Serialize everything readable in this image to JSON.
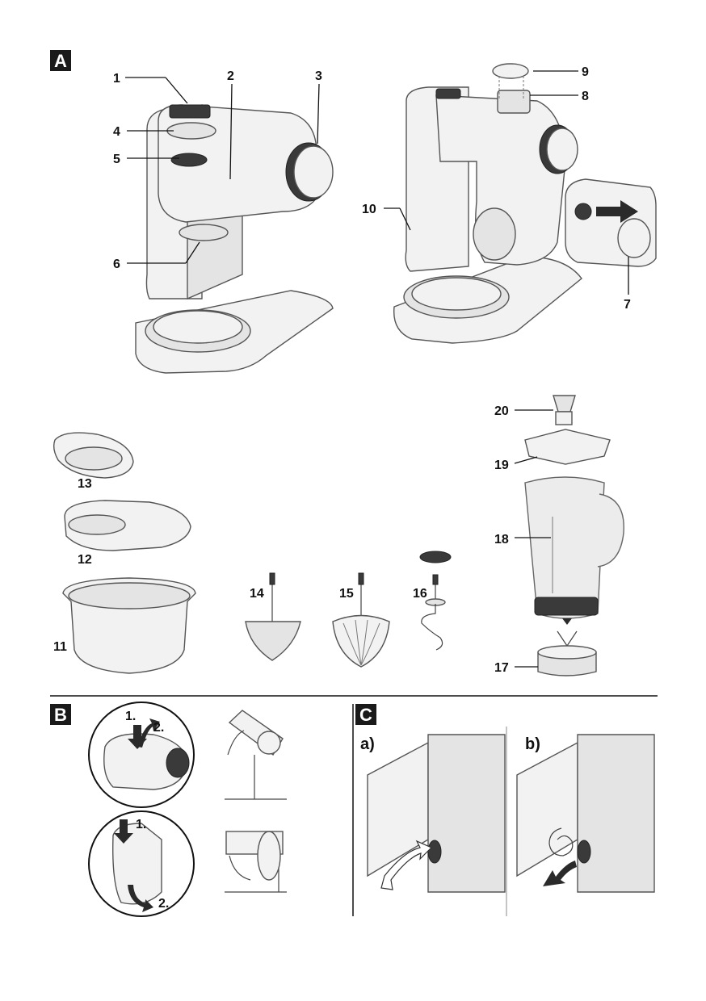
{
  "sections": {
    "a": "A",
    "b": "B",
    "c": "C"
  },
  "callouts": {
    "n1": "1",
    "n2": "2",
    "n3": "3",
    "n4": "4",
    "n5": "5",
    "n6": "6",
    "n7": "7",
    "n8": "8",
    "n9": "9",
    "n10": "10",
    "n11": "11",
    "n12": "12",
    "n13": "13",
    "n14": "14",
    "n15": "15",
    "n16": "16",
    "n17": "17",
    "n18": "18",
    "n19": "19",
    "n20": "20"
  },
  "steps": {
    "b_top_1": "1.",
    "b_top_2": "2.",
    "b_bottom_1": "1.",
    "b_bottom_2": "2."
  },
  "panels_c": {
    "a": "a)",
    "b": "b)"
  }
}
